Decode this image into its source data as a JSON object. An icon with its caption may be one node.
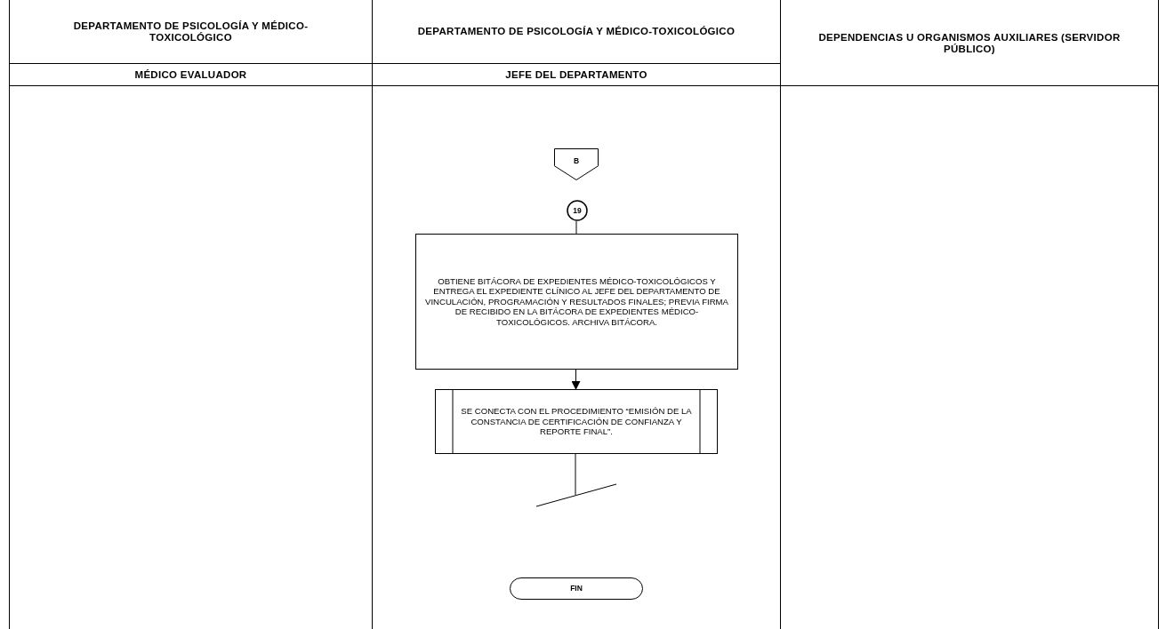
{
  "diagram": {
    "nodes": [
      {
        "text": [
          "DEPARTAMENTO DE PSICOLOGÍA Y MÉDICO-TOXICOLÓGICO",
          "MÉDICO EVALUADOR"
        ]
      },
      {
        "text": [
          "DEPARTAMENTO DE PSICOLOGÍA Y MÉDICO-TOXICOLÓGICO",
          "JEFE DEL DEPARTAMENTO"
        ]
      },
      {
        "text": [
          "DEPENDENCIAS U ORGANISMOS AUXILIARES (SERVIDOR PÚBLICO)"
        ]
      },
      {
        "text": [
          "B"
        ],
        "in": 1
      },
      {
        "text": [
          "19"
        ],
        "in": 1
      },
      {
        "text": [
          "OBTIENE BITÁCORA DE EXPEDIENTES MÉDICO-TOXICOLÓGICOS Y ENTREGA EL EXPEDIENTE CLÍNICO AL JEFE DEL DEPARTAMENTO DE VINCULACIÓN, PROGRAMACIÓN Y RESULTADOS FINALES; PREVIA FIRMA DE RECIBIDO EN LA BITÁCORA DE EXPEDIENTES MÉDICO-TOXICOLÓGICOS. ARCHIVA BITÁCORA."
        ],
        "in": 1
      },
      {
        "text": [
          "SE CONECTA CON EL PROCEDIMIENTO “EMISIÓN DE LA CONSTANCIA DE CERTIFICACIÓN DE CONFIANZA Y REPORTE FINAL”."
        ],
        "in": 1
      },
      {
        "text": [],
        "shape": "line",
        "in": 1
      },
      {
        "text": [
          "FIN"
        ],
        "in": 1
      }
    ],
    "edges": [
      {
        "from": 4,
        "to": 5,
        "arrow": "none"
      },
      {
        "from": 5,
        "to": 6,
        "arrow": "to"
      },
      {
        "from": 6,
        "to": 7,
        "arrow": "none"
      }
    ]
  }
}
